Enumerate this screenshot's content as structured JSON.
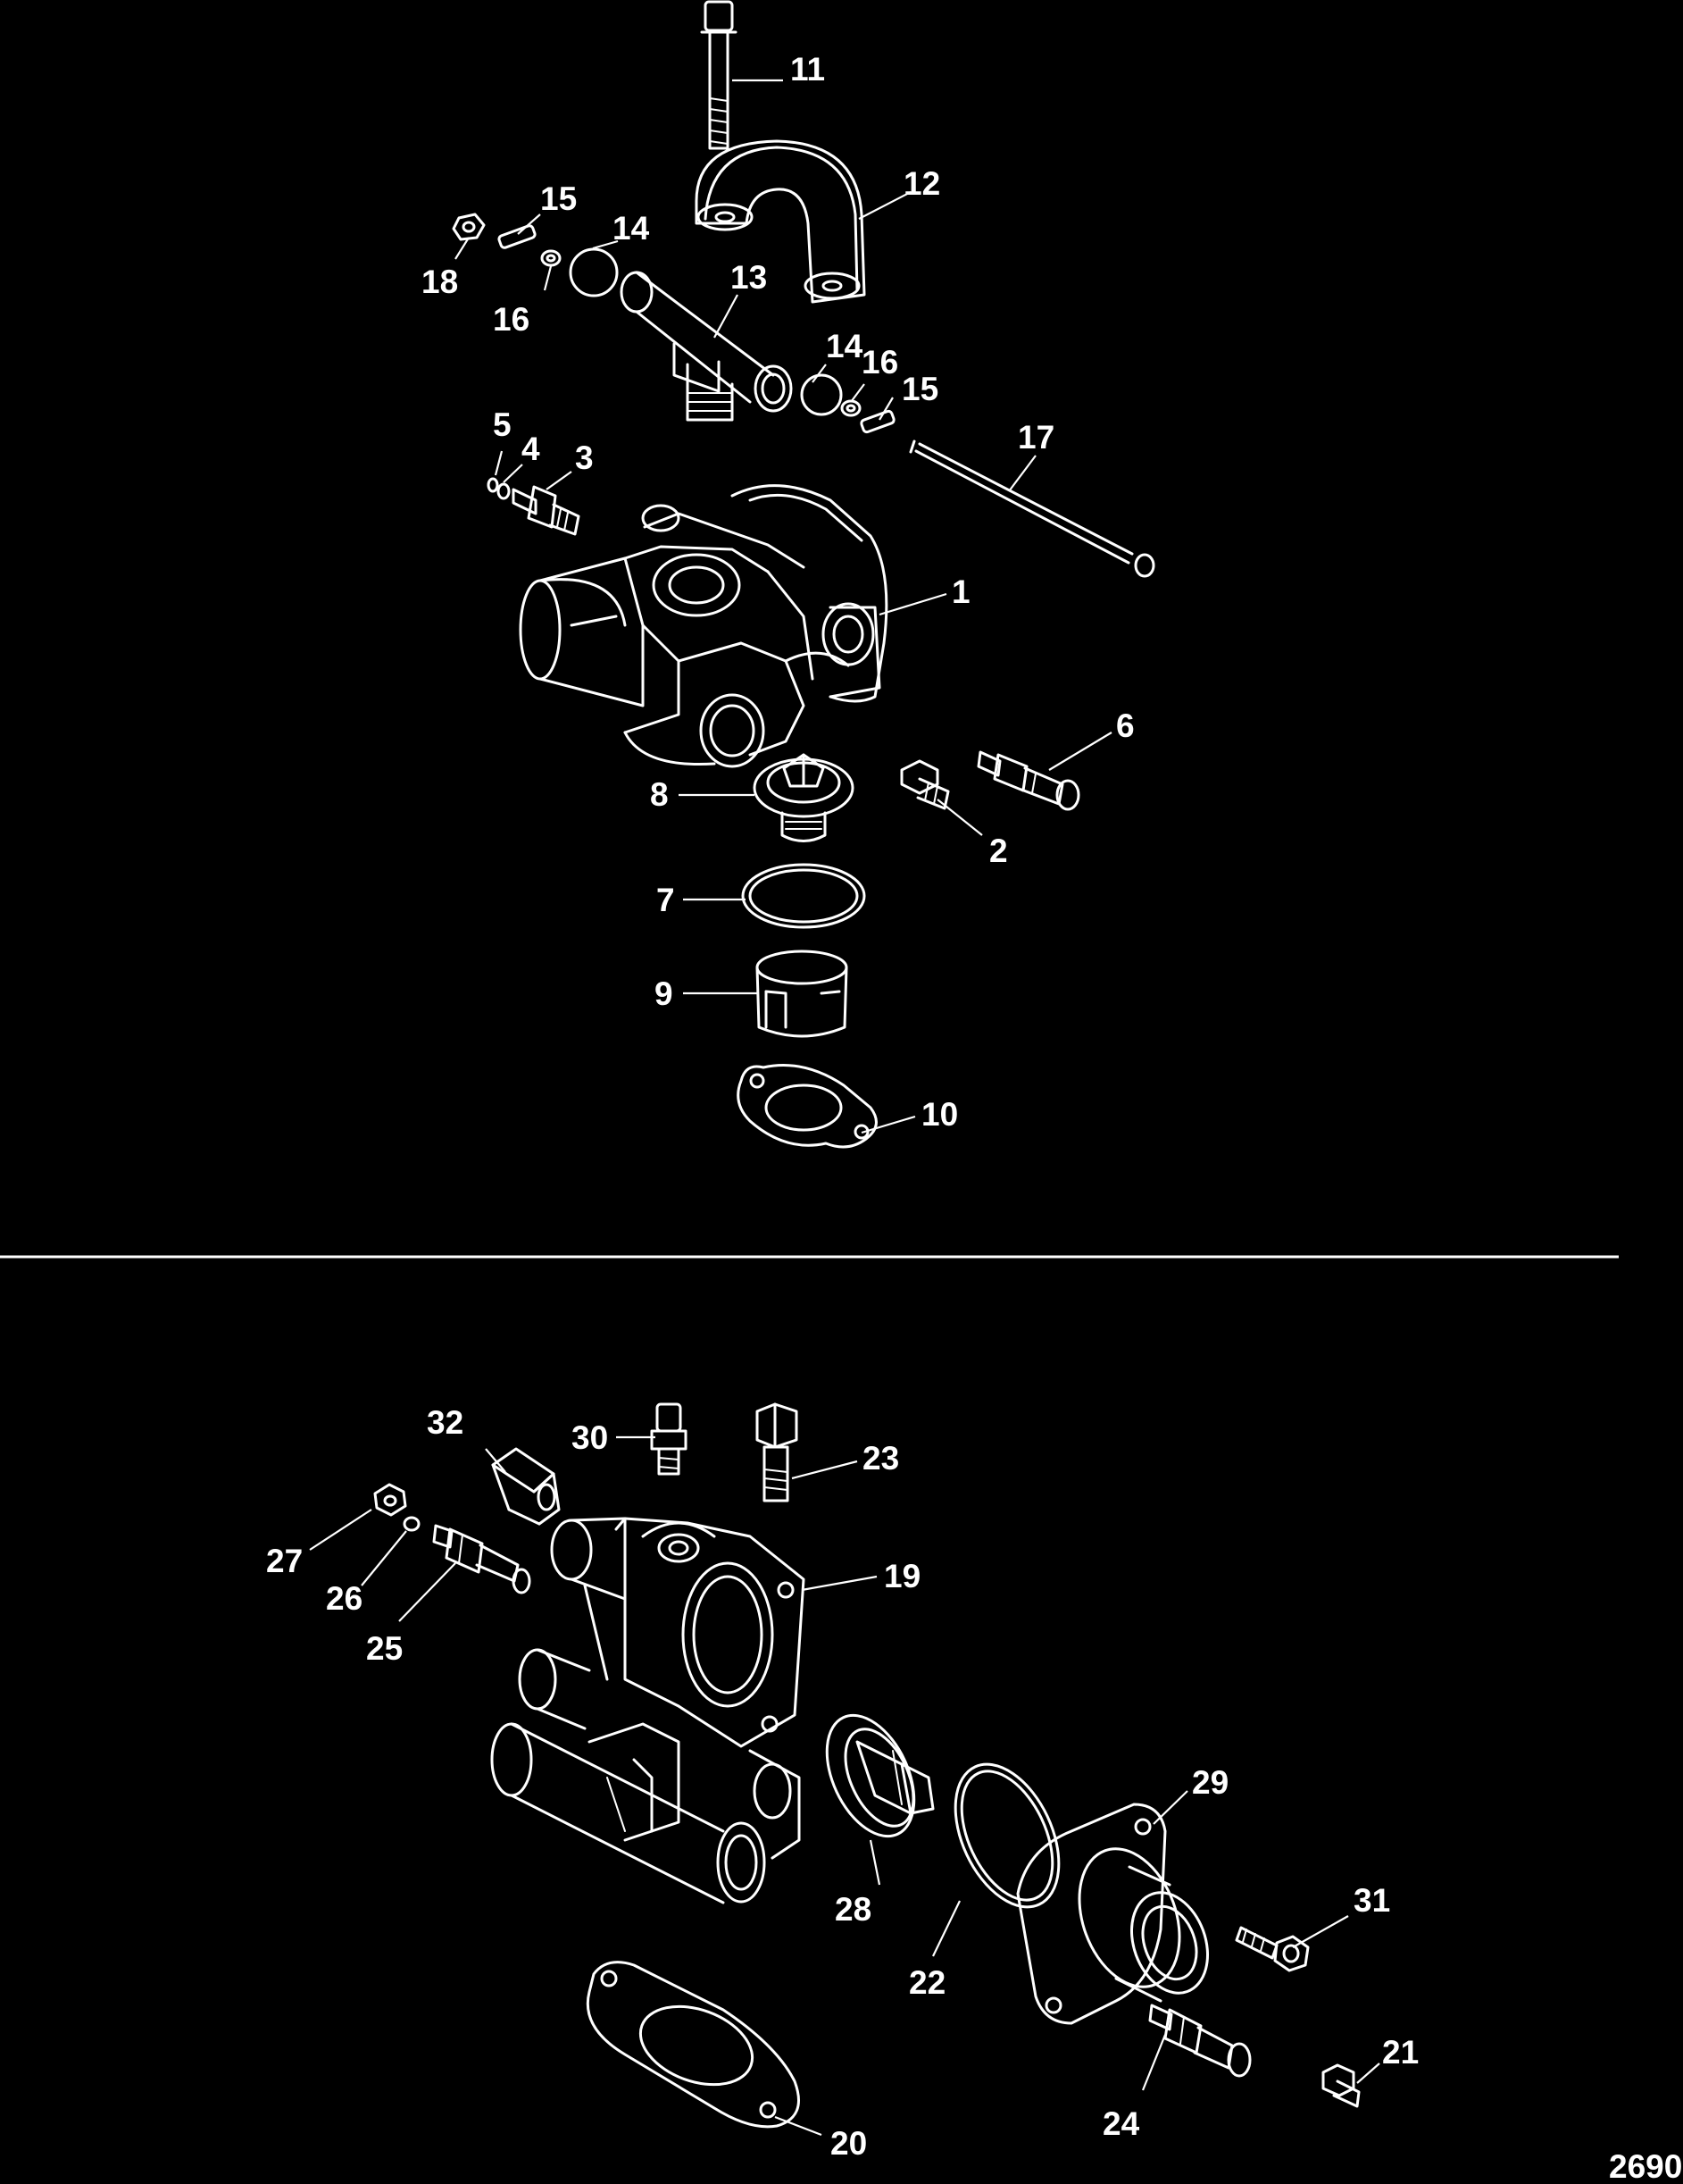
{
  "diagram": {
    "figure_number": "2690",
    "callouts_upper": [
      "1",
      "2",
      "3",
      "4",
      "5",
      "6",
      "7",
      "8",
      "9",
      "10",
      "11",
      "12",
      "13",
      "14",
      "14",
      "15",
      "15",
      "16",
      "16",
      "17",
      "18"
    ],
    "callouts_lower": [
      "19",
      "20",
      "21",
      "22",
      "23",
      "24",
      "25",
      "26",
      "27",
      "28",
      "29",
      "30",
      "31",
      "32"
    ],
    "colors": {
      "background": "#000000",
      "lines": "#ffffff"
    }
  }
}
